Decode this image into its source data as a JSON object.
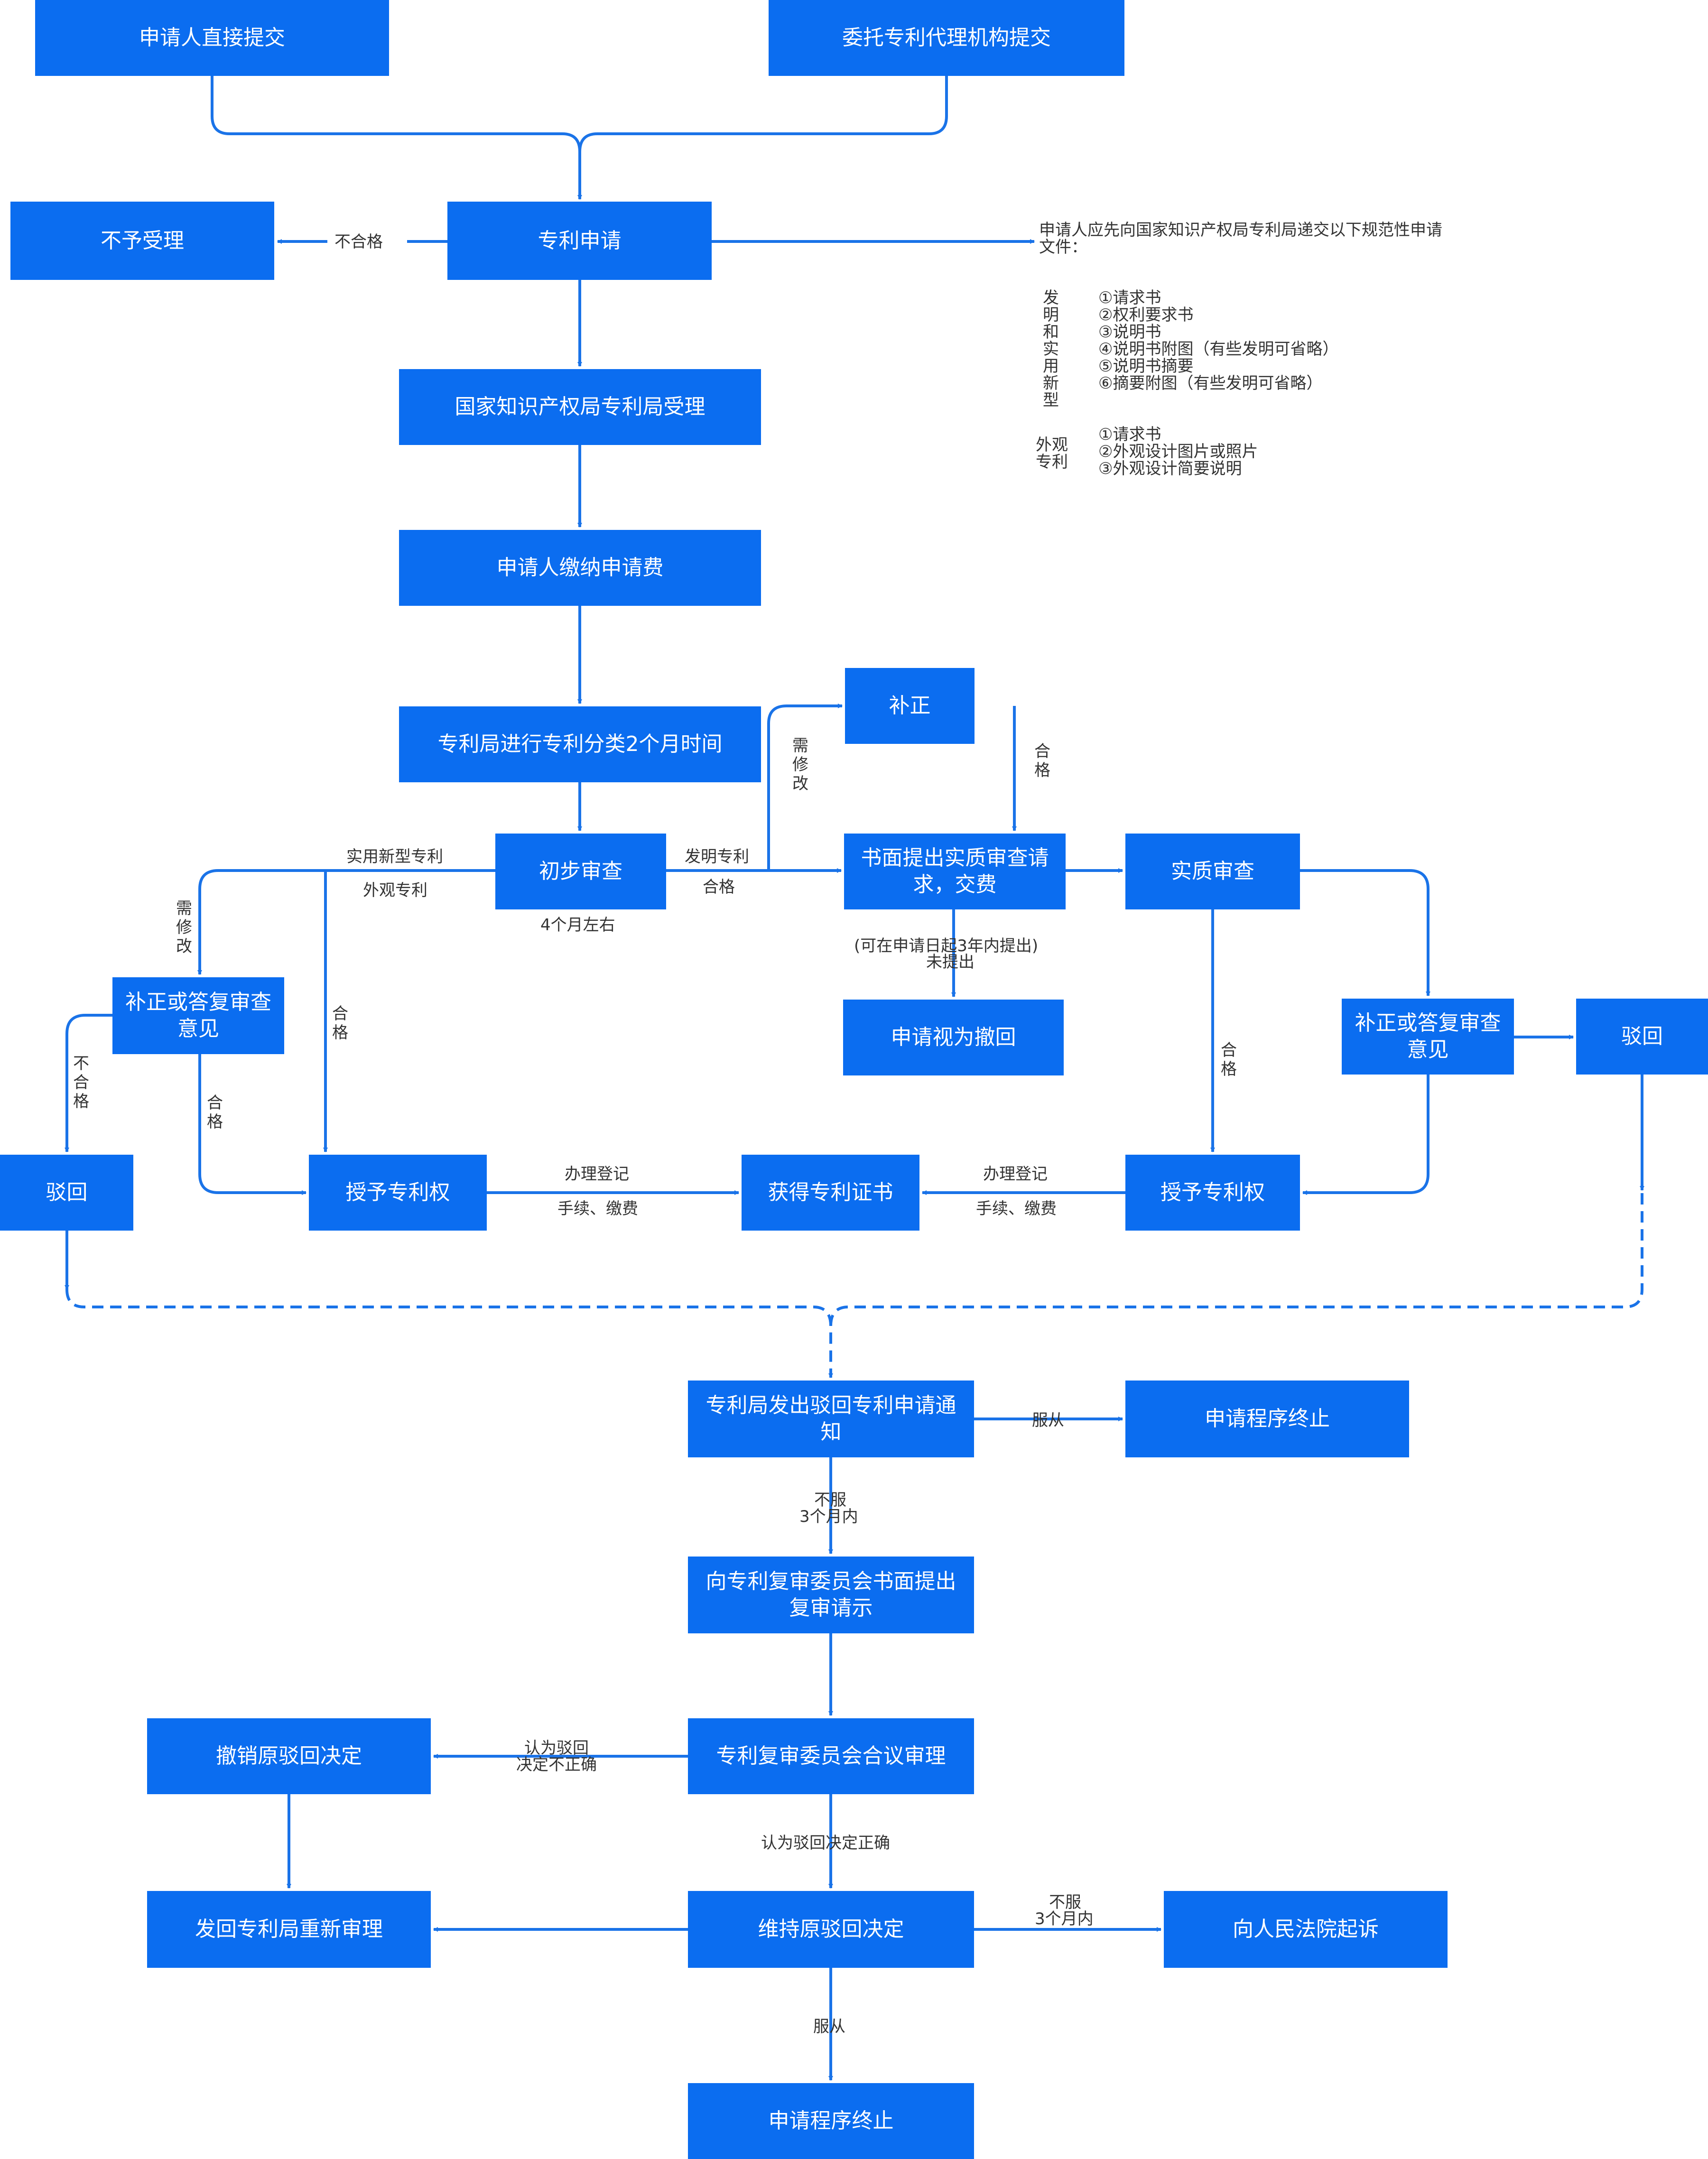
{
  "colors": {
    "box": "#0b6df0",
    "line": "#1a73e8",
    "text": "#333333"
  },
  "boxes": {
    "apply_direct": "申请人直接提交",
    "apply_agent": "委托专利代理机构提交",
    "not_accepted": "不予受理",
    "patent_apply": "专利申请",
    "office_accept": "国家知识产权局专利局受理",
    "pay_fee": "申请人缴纳申请费",
    "classify": "专利局进行专利分类2个月时间",
    "correction": "补正",
    "prelim_exam": "初步审查",
    "written_request": "书面提出实质审查请求，交费",
    "substantive_exam": "实质审查",
    "correct_reply_left": "补正或答复审查意见",
    "deemed_withdrawn": "申请视为撤回",
    "correct_reply_right": "补正或答复审查意见",
    "reject_right": "驳回",
    "reject_left": "驳回",
    "grant_left": "授予专利权",
    "get_certificate": "获得专利证书",
    "grant_right": "授予专利权",
    "reject_notice": "专利局发出驳回专利申请通知",
    "procedure_end_1": "申请程序终止",
    "review_request": "向专利复审委员会书面提出复审请示",
    "board_review": "专利复审委员会合议审理",
    "revoke_decision": "撤销原驳回决定",
    "return_review": "发回专利局重新审理",
    "maintain_decision": "维持原驳回决定",
    "sue_court": "向人民法院起诉",
    "procedure_end_2": "申请程序终止"
  },
  "labels": {
    "unqualified": "不合格",
    "utility_model": "实用新型专利",
    "design_patent": "外观专利",
    "invention_patent": "发明专利",
    "qualified": "合格",
    "four_months": "4个月左右",
    "within_3_years": "(可在申请日起3年内提出)",
    "not_submitted": "未提出",
    "register_1": "办理登记",
    "procedures_1": "手续、缴费",
    "register_2": "办理登记",
    "procedures_2": "手续、缴费",
    "comply_1": "服从",
    "disagree_1": "不服",
    "three_months_1": "3个月内",
    "wrong_decision_1": "认为驳回",
    "wrong_decision_2": "决定不正确",
    "correct_decision": "认为驳回决定正确",
    "disagree_2": "不服",
    "three_months_2": "3个月内",
    "comply_2": "服从"
  },
  "vlabels": {
    "need_modify_top": "需\n修\n改",
    "qualified_top": "合\n格",
    "need_modify_left": "需\n修\n改",
    "qualified_mid": "合\n格",
    "unqualified_left": "不\n合\n格",
    "qualified_left": "合\n格",
    "qualified_right": "合\n格"
  },
  "note": {
    "intro": "申请人应先向国家知识产权局专利局递交以下规范性申请文件：",
    "invention_category": "发\n明\n和\n实\n用\n新\n型",
    "invention_items": "①请求书\n②权利要求书\n③说明书\n④说明书附图（有些发明可省略）\n⑤说明书摘要\n⑥摘要附图（有些发明可省略）",
    "design_category": "外观\n专利",
    "design_items": "①请求书\n②外观设计图片或照片\n③外观设计简要说明"
  }
}
